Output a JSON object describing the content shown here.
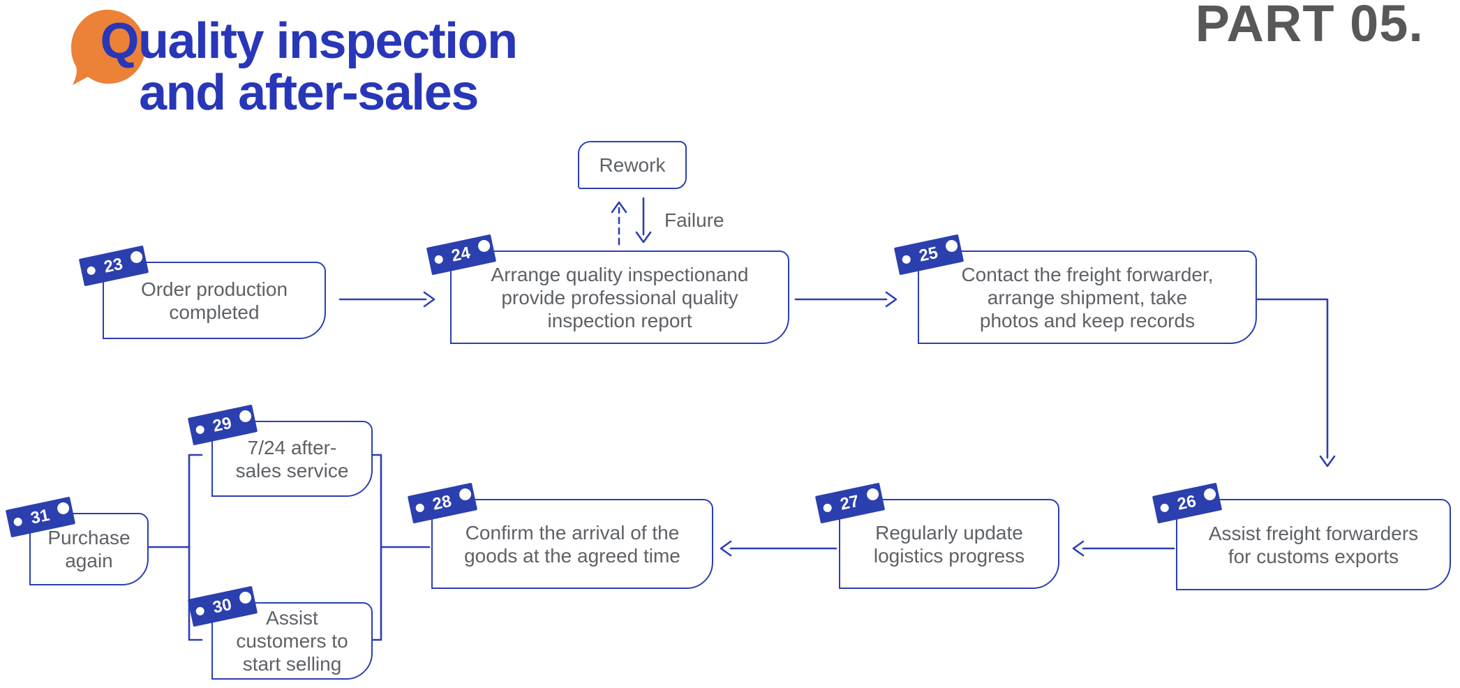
{
  "colors": {
    "blue": "#2b3fb0",
    "badge_blue": "#2b3fae",
    "title_blue": "#2836b8",
    "text_gray": "#5d6166",
    "part_gray": "#57585a",
    "orange": "#ec8138",
    "dot_white": "#ffffff"
  },
  "header": {
    "title_line1": "Quality inspection",
    "title_line2": "and after-sales",
    "part_label": "PART 05."
  },
  "flow": {
    "rework_label": "Rework",
    "failure_label": "Failure",
    "nodes": [
      {
        "id": "23",
        "lines": [
          "Order production",
          "completed"
        ]
      },
      {
        "id": "24",
        "lines": [
          "Arrange quality inspectionand",
          "provide professional quality",
          "inspection report"
        ]
      },
      {
        "id": "25",
        "lines": [
          "Contact the freight forwarder,",
          "arrange shipment, take",
          "photos and keep records"
        ]
      },
      {
        "id": "26",
        "lines": [
          "Assist freight forwarders",
          "for customs exports"
        ]
      },
      {
        "id": "27",
        "lines": [
          "Regularly update",
          "logistics progress"
        ]
      },
      {
        "id": "28",
        "lines": [
          "Confirm the arrival of the",
          "goods at the agreed time"
        ]
      },
      {
        "id": "29",
        "lines": [
          "7/24 after-",
          "sales service"
        ]
      },
      {
        "id": "30",
        "lines": [
          "Assist",
          "customers to",
          "start selling"
        ]
      },
      {
        "id": "31",
        "lines": [
          "Purchase",
          "again"
        ]
      }
    ]
  }
}
